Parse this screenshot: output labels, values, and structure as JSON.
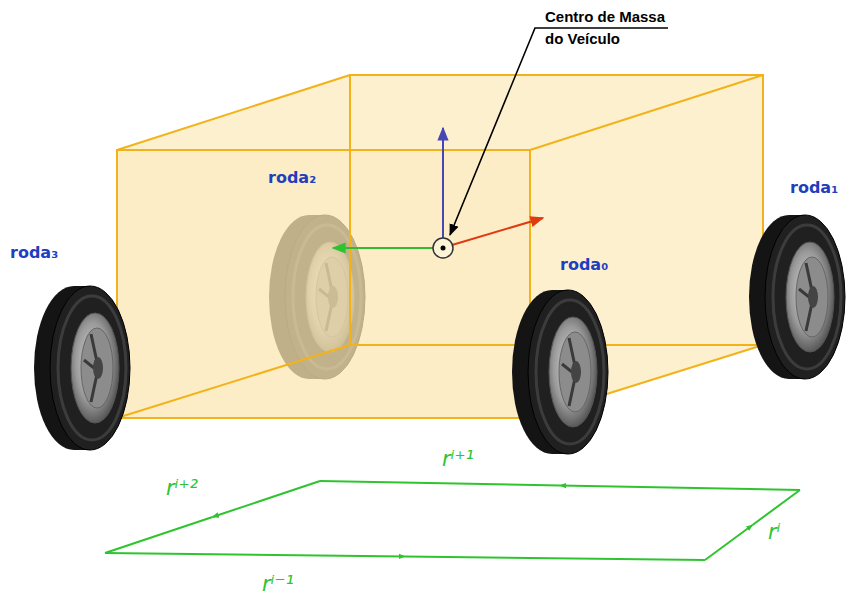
{
  "diagram": {
    "labels": [
      "Centro de Massa do Veículo",
      "roda₂",
      "roda₃",
      "roda₀",
      "roda₁",
      "rⁱ⁺¹",
      "rⁱ⁺²",
      "rⁱ",
      "rⁱ⁻¹"
    ]
  }
}
